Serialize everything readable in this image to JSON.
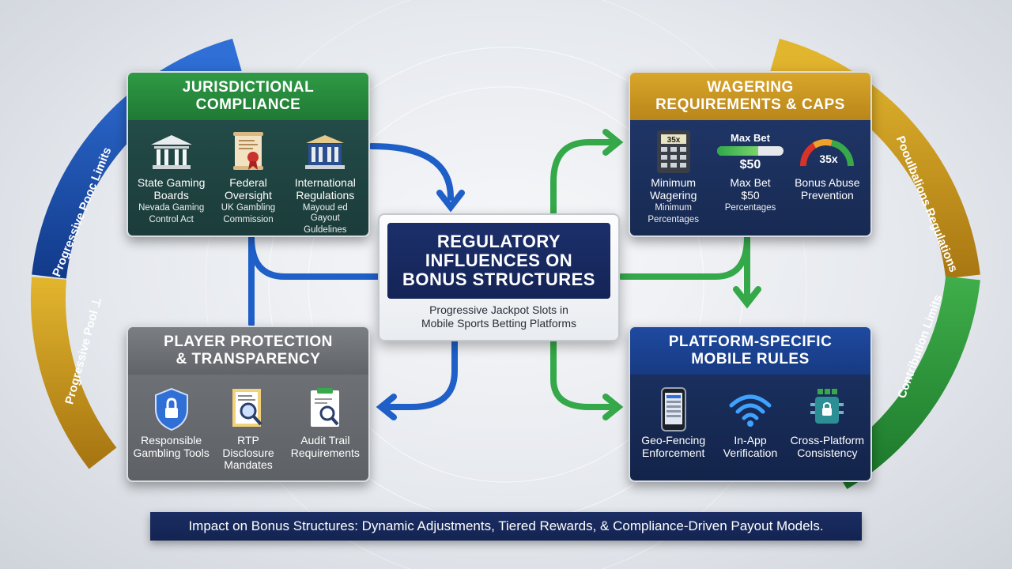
{
  "center": {
    "title": "Regulatory Influences on Bonus Structures",
    "subtitle_line1": "Progressive Jackpot Slots in",
    "subtitle_line2": "Mobile Sports Betting Platforms"
  },
  "cards": {
    "jurisdictional": {
      "title_line1": "Jurisdictional",
      "title_line2": "Compliance",
      "items": [
        {
          "icon": "courthouse-icon",
          "label_line1": "State Gaming",
          "label_line2": "Boards",
          "sub_line1": "Nevada Gaming",
          "sub_line2": "Control Act"
        },
        {
          "icon": "scroll-seal-icon",
          "label_line1": "Federal",
          "label_line2": "Oversight",
          "sub_line1": "UK Gambling",
          "sub_line2": "Commission"
        },
        {
          "icon": "government-building-icon",
          "label_line1": "International",
          "label_line2": "Regulations",
          "sub_line1": "Mayoud ed Gayout",
          "sub_line2": "Guldelines"
        }
      ]
    },
    "wagering": {
      "title_line1": "Wagering",
      "title_line2": "Requirements & Caps",
      "items": [
        {
          "icon": "calculator-icon",
          "icon_text": "35x",
          "label_line1": "Minimum",
          "label_line2": "Wagering",
          "sub_line1": "Minimum",
          "sub_line2": "Percentages"
        },
        {
          "icon": "max-bet-slider-icon",
          "icon_label": "Max Bet",
          "icon_value": "$50",
          "label_line1": "Max Bet",
          "label_line2": "$50",
          "sub_line1": "Percentages",
          "sub_line2": ""
        },
        {
          "icon": "gauge-icon",
          "icon_text": "35x",
          "label_line1": "Bonus Abuse",
          "label_line2": "Prevention",
          "sub_line1": "",
          "sub_line2": ""
        }
      ]
    },
    "player_protection": {
      "title_line1": "Player Protection",
      "title_line2": "& Transparency",
      "items": [
        {
          "icon": "shield-lock-icon",
          "label_line1": "Responsible",
          "label_line2": "Gambling Tools"
        },
        {
          "icon": "document-magnifier-icon",
          "label_line1": "RTP Disclosure",
          "label_line2": "Mandates"
        },
        {
          "icon": "audit-clipboard-icon",
          "label_line1": "Audit Trail",
          "label_line2": "Requirements"
        }
      ]
    },
    "platform": {
      "title_line1": "Platform-Specific",
      "title_line2": "Mobile Rules",
      "items": [
        {
          "icon": "smartphone-icon",
          "label_line1": "Geo-Fencing",
          "label_line2": "Enforcement"
        },
        {
          "icon": "wifi-icon",
          "label_line1": "In-App",
          "label_line2": "Verification"
        },
        {
          "icon": "cross-platform-chip-icon",
          "label_line1": "Cross-Platform",
          "label_line2": "Consistency"
        }
      ]
    }
  },
  "arcs": {
    "left_top": "Progressive Pooc Limits",
    "left_bottom": "Progressive Pool ⊥",
    "right_top": "Pooulbalions Regulations",
    "right_bottom": "Contribution Limits"
  },
  "footer": {
    "impact": "Impact on Bonus Structures: Dynamic Adjustments, Tiered Rewards, & Compliance-Driven Payout Models."
  },
  "colors": {
    "green": "#2f9a45",
    "gold": "#d9a62a",
    "navy": "#1c2f6a",
    "blue": "#1f4aa0",
    "gray": "#7b7e83"
  }
}
